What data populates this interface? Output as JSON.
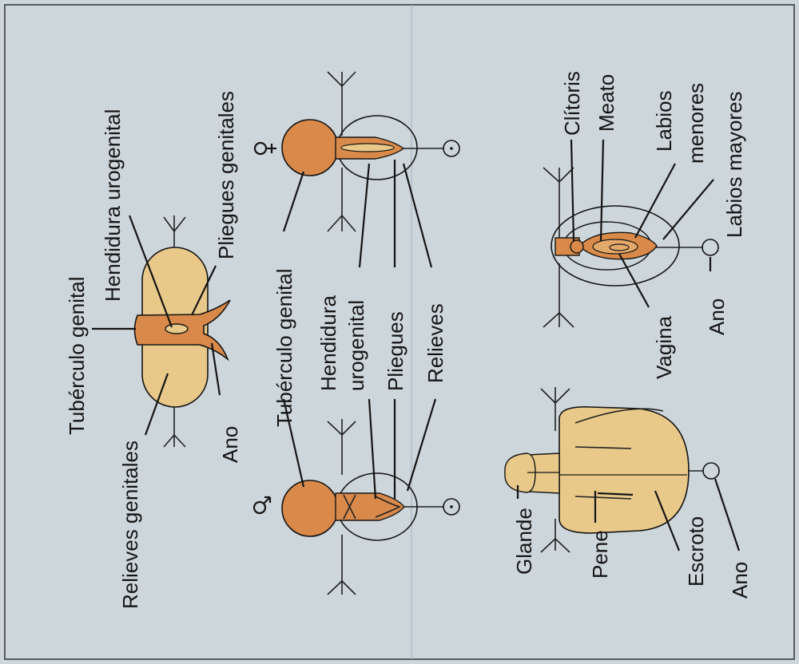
{
  "colors": {
    "background": "#cdd6da",
    "dark_orange": "#d98a4a",
    "light_tan": "#e9c98a",
    "outline": "#141414"
  },
  "labels": {
    "top": {
      "tuberculo": "Tubérculo genital",
      "hendidura": "Hendidura urogenital",
      "pliegues": "Pliegues genitales",
      "relieves": "Relieves genitales",
      "ano": "Ano"
    },
    "middle": {
      "tuberculo": "Tubérculo genital",
      "hendidura_1": "Hendidura",
      "hendidura_2": "urogenital",
      "pliegues": "Pliegues",
      "relieves": "Relieves"
    },
    "female": {
      "clitoris": "Clítoris",
      "meato": "Meato",
      "labios_menores_1": "Labios",
      "labios_menores_2": "menores",
      "labios_mayores": "Labios mayores",
      "vagina": "Vagina",
      "ano": "Ano"
    },
    "male": {
      "glande": "Glande",
      "pene": "Pene",
      "escroto": "Escroto",
      "ano": "Ano"
    }
  }
}
